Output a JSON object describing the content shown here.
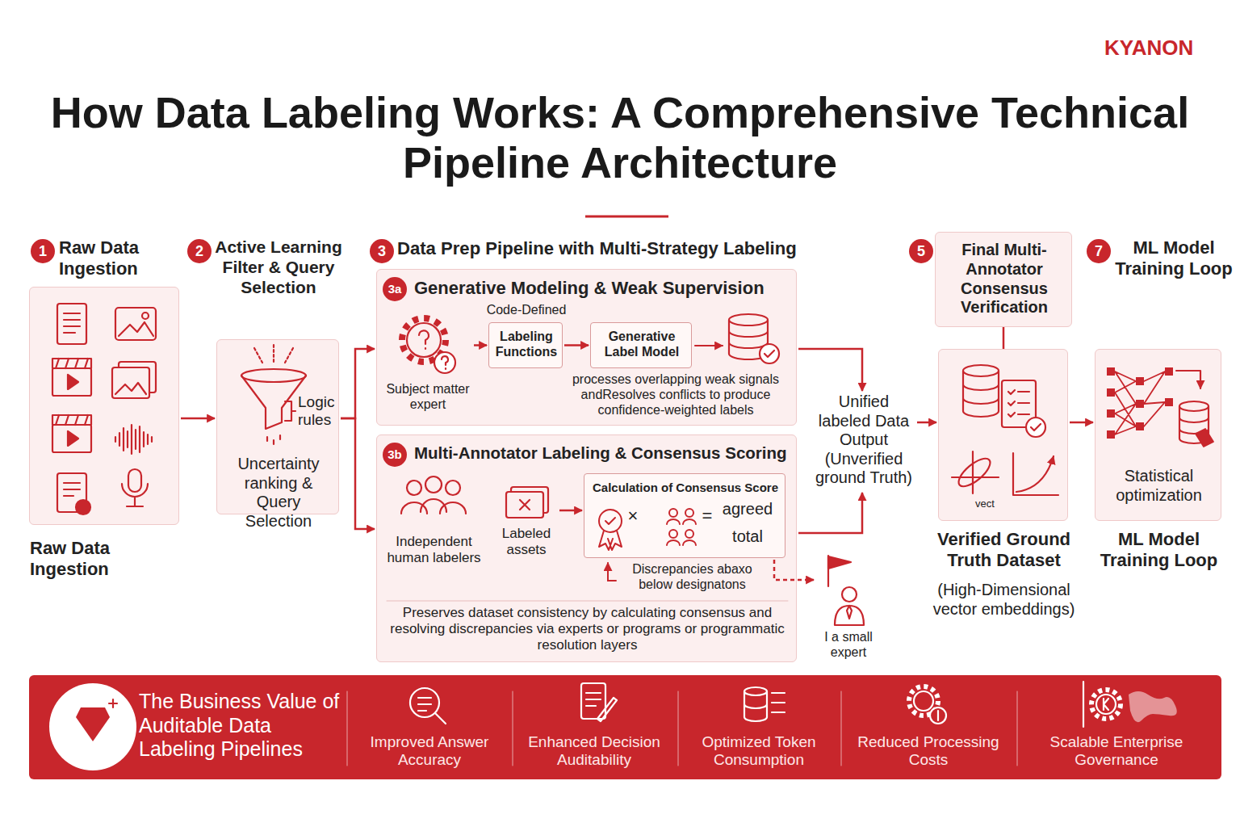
{
  "diagram": {
    "title": "How Data Labeling Works: A Comprehensive Technical Pipeline Architecture",
    "nodes": [
      {
        "text": [
          "Raw Data Ingestion",
          "Raw Data Ingestion"
        ]
      },
      {
        "text": [
          "Active Learning Filter & Query Selection",
          "Logic rules",
          "Uncertainty ranking & Query Selection"
        ]
      },
      {
        "text": [
          "Generative Modeling & Weak Supervision",
          "processes overlapping weak signals andResolves conflicts to produce confidence-weighted labels"
        ]
      },
      {
        "text": [
          "Subject matter expert"
        ],
        "in": 2
      },
      {
        "text": [
          "Code-Defined",
          "Labeling Functions"
        ],
        "in": 2
      },
      {
        "text": [
          "Generative Label Model"
        ],
        "in": 2
      },
      {
        "text": [
          "Multi-Annotator Labeling & Consensus Scoring",
          "Preserves dataset consistency by calculating consensus and resolving discrepancies via experts or programs or programmatic resolution layers"
        ]
      },
      {
        "text": [
          "Independent human labelers"
        ],
        "in": 6
      },
      {
        "text": [
          "Labeled assets"
        ],
        "in": 6
      },
      {
        "text": [
          "Calculation of Consensus Score",
          "agreed",
          "total"
        ],
        "in": 6
      },
      {
        "text": [
          "Unified labeled Data Output (Unverified ground Truth)"
        ]
      },
      {
        "text": [
          "I a small expert"
        ]
      },
      {
        "text": [
          "Final Multi-Annotator Consensus Verification"
        ]
      },
      {
        "text": [
          "Verified Ground Truth Dataset",
          "(High-Dimensional vector embeddings)"
        ]
      },
      {
        "text": [
          "ML Model Training Loop",
          "Statistical optimization",
          "ML Model Training Loop"
        ]
      },
      {
        "text": [
          "The Business Value of Auditable Data Labeling Pipelines",
          "Improved Answer Accuracy",
          "Enhanced Decision Auditability",
          "Optimized Token Consumption",
          "Reduced Processing Costs",
          "Scalable Enterprise Governance"
        ]
      }
    ],
    "edges": [
      {
        "from": 0,
        "to": 1,
        "arrow": "to"
      },
      {
        "from": 1,
        "to": 2,
        "arrow": "to"
      },
      {
        "from": 1,
        "to": 6,
        "arrow": "to"
      },
      {
        "from": 3,
        "to": 4,
        "arrow": "to"
      },
      {
        "from": 4,
        "to": 5,
        "arrow": "to"
      },
      {
        "from": 2,
        "to": 10,
        "arrow": "to"
      },
      {
        "from": 6,
        "to": 10,
        "arrow": "to"
      },
      {
        "from": 8,
        "to": 9,
        "arrow": "to"
      },
      {
        "from": 9,
        "to": 11,
        "arrow": "to"
      },
      {
        "from": 10,
        "to": 13,
        "arrow": "to"
      },
      {
        "from": 12,
        "to": 13,
        "arrow": "none"
      },
      {
        "from": 13,
        "to": 14,
        "arrow": "to"
      }
    ],
    "labels": [
      "KYANON",
      "1",
      "2",
      "3",
      "3a",
      "3b",
      "5",
      "7",
      "Data Prep Pipeline with Multi-Strategy Labeling",
      "×",
      "=",
      "Discrepancies abaxo below designatons",
      "vect"
    ]
  }
}
